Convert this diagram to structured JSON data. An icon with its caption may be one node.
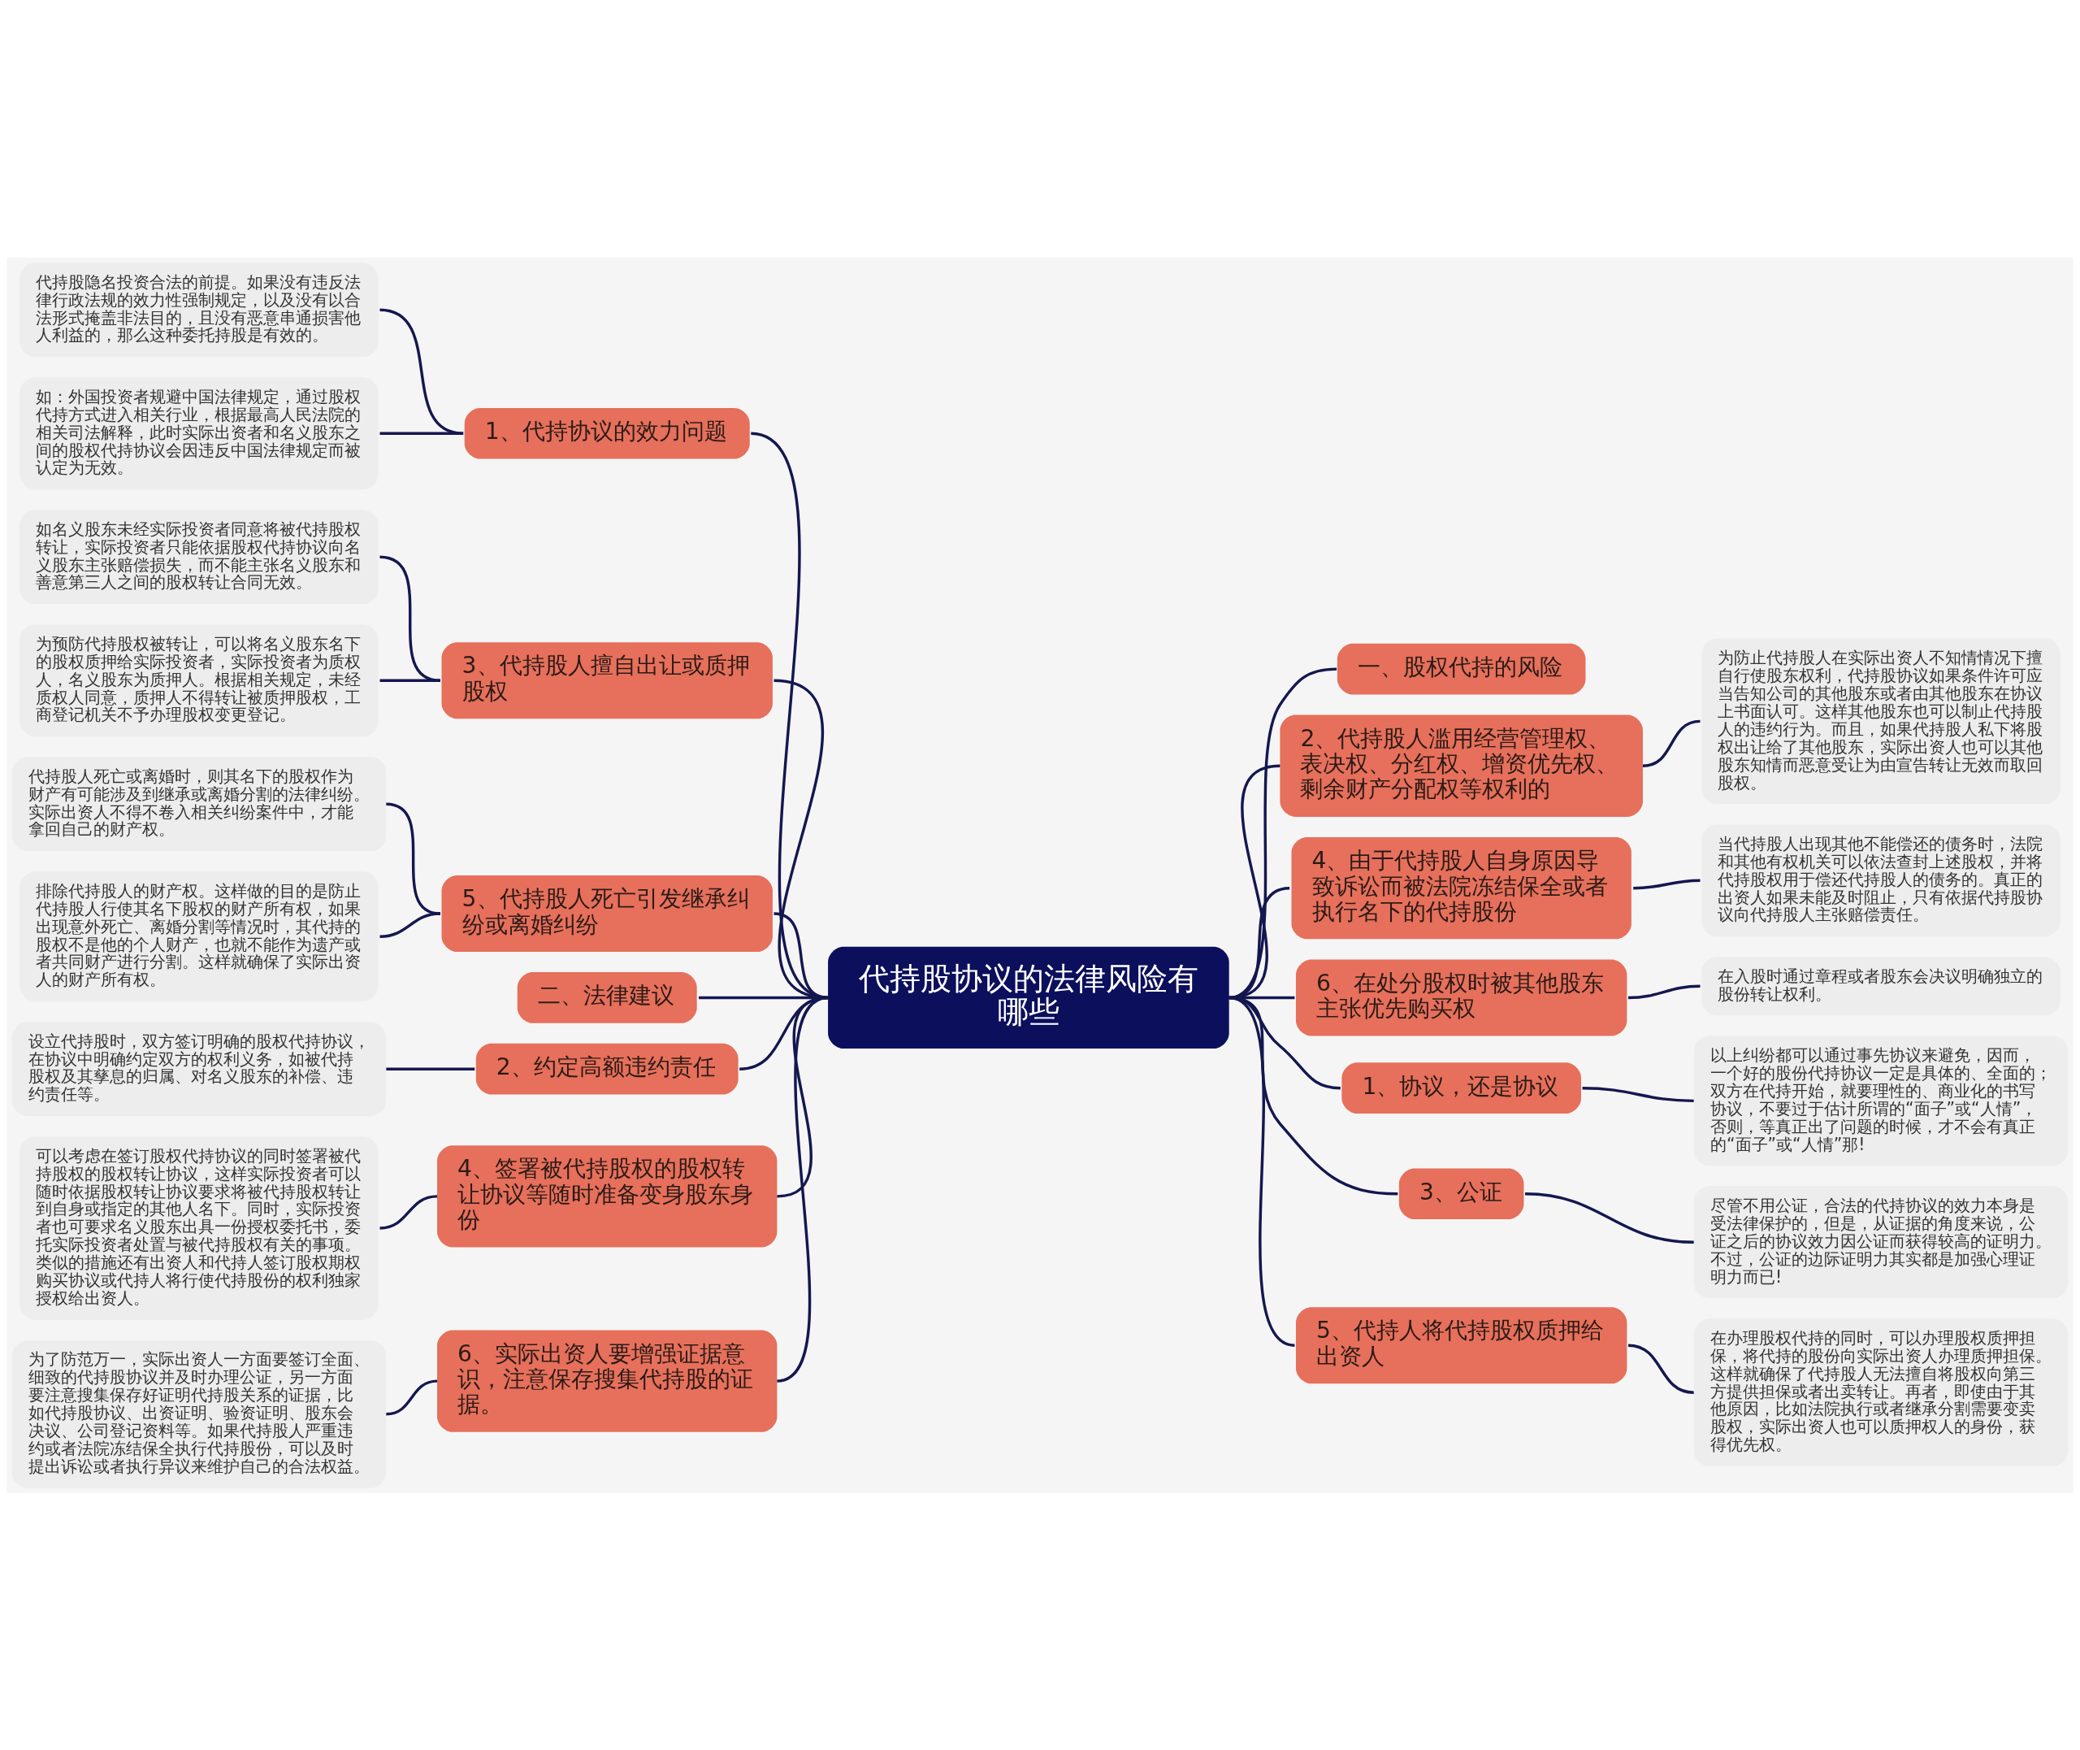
{
  "diagram": {
    "nodes": [
      {
        "text": [
          "代持股协议的法律风险有哪些"
        ]
      },
      {
        "text": [
          "1、代持协议的效力问题"
        ]
      },
      {
        "text": [
          "代持股隐名投资合法的前提。如果没有违反法律行政法规的效力性强制规定，以及没有以合法形式掩盖非法目的，且没有恶意串通损害他人利益的，那么这种委托持股是有效的。"
        ]
      },
      {
        "text": [
          "如：外国投资者规避中国法律规定，通过股权代持方式进入相关行业，根据最高人民法院的相关司法解释，此时实际出资者和名义股东之间的股权代持协议会因违反中国法律规定而被认定为无效。"
        ]
      },
      {
        "text": [
          "3、代持股人擅自出让或质押股权"
        ]
      },
      {
        "text": [
          "如名义股东未经实际投资者同意将被代持股权转让，实际投资者只能依据股权代持协议向名义股东主张赔偿损失，而不能主张名义股东和善意第三人之间的股权转让合同无效。"
        ]
      },
      {
        "text": [
          "为预防代持股权被转让，可以将名义股东名下的股权质押给实际投资者，实际投资者为质权人，名义股东为质押人。根据相关规定，未经质权人同意，质押人不得转让被质押股权，工商登记机关不予办理股权变更登记。"
        ]
      },
      {
        "text": [
          "5、代持股人死亡引发继承纠纷或离婚纠纷"
        ]
      },
      {
        "text": [
          "代持股人死亡或离婚时，则其名下的股权作为财产有可能涉及到继承或离婚分割的法律纠纷。实际出资人不得不卷入相关纠纷案件中，才能拿回自己的财产权。"
        ]
      },
      {
        "text": [
          "排除代持股人的财产权。这样做的目的是防止代持股人行使其名下股权的财产所有权，如果出现意外死亡、离婚分割等情况时，其代持的股权不是他的个人财产，也就不能作为遗产或者共同财产进行分割。这样就确保了实际出资人的财产所有权。"
        ]
      },
      {
        "text": [
          "二、法律建议"
        ]
      },
      {
        "text": [
          "2、约定高额违约责任"
        ]
      },
      {
        "text": [
          "设立代持股时，双方签订明确的股权代持协议，在协议中明确约定双方的权利义务，如被代持股权及其孳息的归属、对名义股东的补偿、违约责任等。"
        ]
      },
      {
        "text": [
          "4、签署被代持股权的股权转让协议等随时准备变身股东身份"
        ]
      },
      {
        "text": [
          "可以考虑在签订股权代持协议的同时签署被代持股权的股权转让协议，这样实际投资者可以随时依据股权转让协议要求将被代持股权转让到自身或指定的其他人名下。同时，实际投资者也可要求名义股东出具一份授权委托书，委托实际投资者处置与被代持股权有关的事项。类似的措施还有出资人和代持人签订股权期权购买协议或代持人将行使代持股份的权利独家授权给出资人。"
        ]
      },
      {
        "text": [
          "6、实际出资人要增强证据意识，注意保存搜集代持股的证据。"
        ]
      },
      {
        "text": [
          "为了防范万一，实际出资人一方面要签订全面、细致的代持股协议并及时办理公证，另一方面要注意搜集保存好证明代持股关系的证据，比如代持股协议、出资证明、验资证明、股东会决议、公司登记资料等。如果代持股人严重违约或者法院冻结保全执行代持股份，可以及时提出诉讼或者执行异议来维护自己的合法权益。"
        ]
      },
      {
        "text": [
          "一、股权代持的风险"
        ]
      },
      {
        "text": [
          "2、代持股人滥用经营管理权、表决权、分红权、增资优先权、剩余财产分配权等权利的"
        ]
      },
      {
        "text": [
          "为防止代持股人在实际出资人不知情情况下擅自行使股东权利，代持股协议如果条件许可应当告知公司的其他股东或者由其他股东在协议上书面认可。这样其他股东也可以制止代持股人的违约行为。而且，如果代持股人私下将股权出让给了其他股东，实际出资人也可以其他股东知情而恶意受让为由宣告转让无效而取回股权。"
        ]
      },
      {
        "text": [
          "4、由于代持股人自身原因导致诉讼而被法院冻结保全或者执行名下的代持股份"
        ]
      },
      {
        "text": [
          "当代持股人出现其他不能偿还的债务时，法院和其他有权机关可以依法查封上述股权，并将代持股权用于偿还代持股人的债务的。真正的出资人如果未能及时阻止，只有依据代持股协议向代持股人主张赔偿责任。"
        ]
      },
      {
        "text": [
          "6、在处分股权时被其他股东主张优先购买权"
        ]
      },
      {
        "text": [
          "在入股时通过章程或者股东会决议明确独立的股份转让权利。"
        ]
      },
      {
        "text": [
          "1、协议，还是协议"
        ]
      },
      {
        "text": [
          "以上纠纷都可以通过事先协议来避免，因而，一个好的股份代持协议一定是具体的、全面的；双方在代持开始，就要理性的、商业化的书写协议，不要过于估计所谓的“面子”或“人情”，否则，等真正出了问题的时候，才不会有真正的“面子”或“人情”那!"
        ]
      },
      {
        "text": [
          "3、公证"
        ]
      },
      {
        "text": [
          "尽管不用公证，合法的代持协议的效力本身是受法律保护的，但是，从证据的角度来说，公证之后的协议效力因公证而获得较高的证明力。不过，公证的边际证明力其实都是加强心理证明力而已!"
        ]
      },
      {
        "text": [
          "5、代持人将代持股权质押给出资人"
        ]
      },
      {
        "text": [
          "在办理股权代持的同时，可以办理股权质押担保，将代持的股份向实际出资人办理质押担保。这样就确保了代持股人无法擅自将股权向第三方提供担保或者出卖转让。再者，即使由于其他原因，比如法院执行或者继承分割需要变卖股权，实际出资人也可以质押权人的身份，获得优先权。"
        ]
      }
    ],
    "edges": [
      {
        "from": 0,
        "to": 1,
        "arrow": "none"
      },
      {
        "from": 1,
        "to": 2,
        "arrow": "none"
      },
      {
        "from": 1,
        "to": 3,
        "arrow": "none"
      },
      {
        "from": 0,
        "to": 4,
        "arrow": "none"
      },
      {
        "from": 4,
        "to": 5,
        "arrow": "none"
      },
      {
        "from": 4,
        "to": 6,
        "arrow": "none"
      },
      {
        "from": 0,
        "to": 7,
        "arrow": "none"
      },
      {
        "from": 7,
        "to": 8,
        "arrow": "none"
      },
      {
        "from": 7,
        "to": 9,
        "arrow": "none"
      },
      {
        "from": 0,
        "to": 10,
        "arrow": "none"
      },
      {
        "from": 0,
        "to": 11,
        "arrow": "none"
      },
      {
        "from": 11,
        "to": 12,
        "arrow": "none"
      },
      {
        "from": 0,
        "to": 13,
        "arrow": "none"
      },
      {
        "from": 13,
        "to": 14,
        "arrow": "none"
      },
      {
        "from": 0,
        "to": 15,
        "arrow": "none"
      },
      {
        "from": 15,
        "to": 16,
        "arrow": "none"
      },
      {
        "from": 0,
        "to": 17,
        "arrow": "none"
      },
      {
        "from": 0,
        "to": 18,
        "arrow": "none"
      },
      {
        "from": 18,
        "to": 19,
        "arrow": "none"
      },
      {
        "from": 0,
        "to": 20,
        "arrow": "none"
      },
      {
        "from": 20,
        "to": 21,
        "arrow": "none"
      },
      {
        "from": 0,
        "to": 22,
        "arrow": "none"
      },
      {
        "from": 22,
        "to": 23,
        "arrow": "none"
      },
      {
        "from": 0,
        "to": 24,
        "arrow": "none"
      },
      {
        "from": 24,
        "to": 25,
        "arrow": "none"
      },
      {
        "from": 0,
        "to": 26,
        "arrow": "none"
      },
      {
        "from": 26,
        "to": 27,
        "arrow": "none"
      },
      {
        "from": 0,
        "to": 28,
        "arrow": "none"
      },
      {
        "from": 28,
        "to": 29,
        "arrow": "none"
      }
    ]
  }
}
